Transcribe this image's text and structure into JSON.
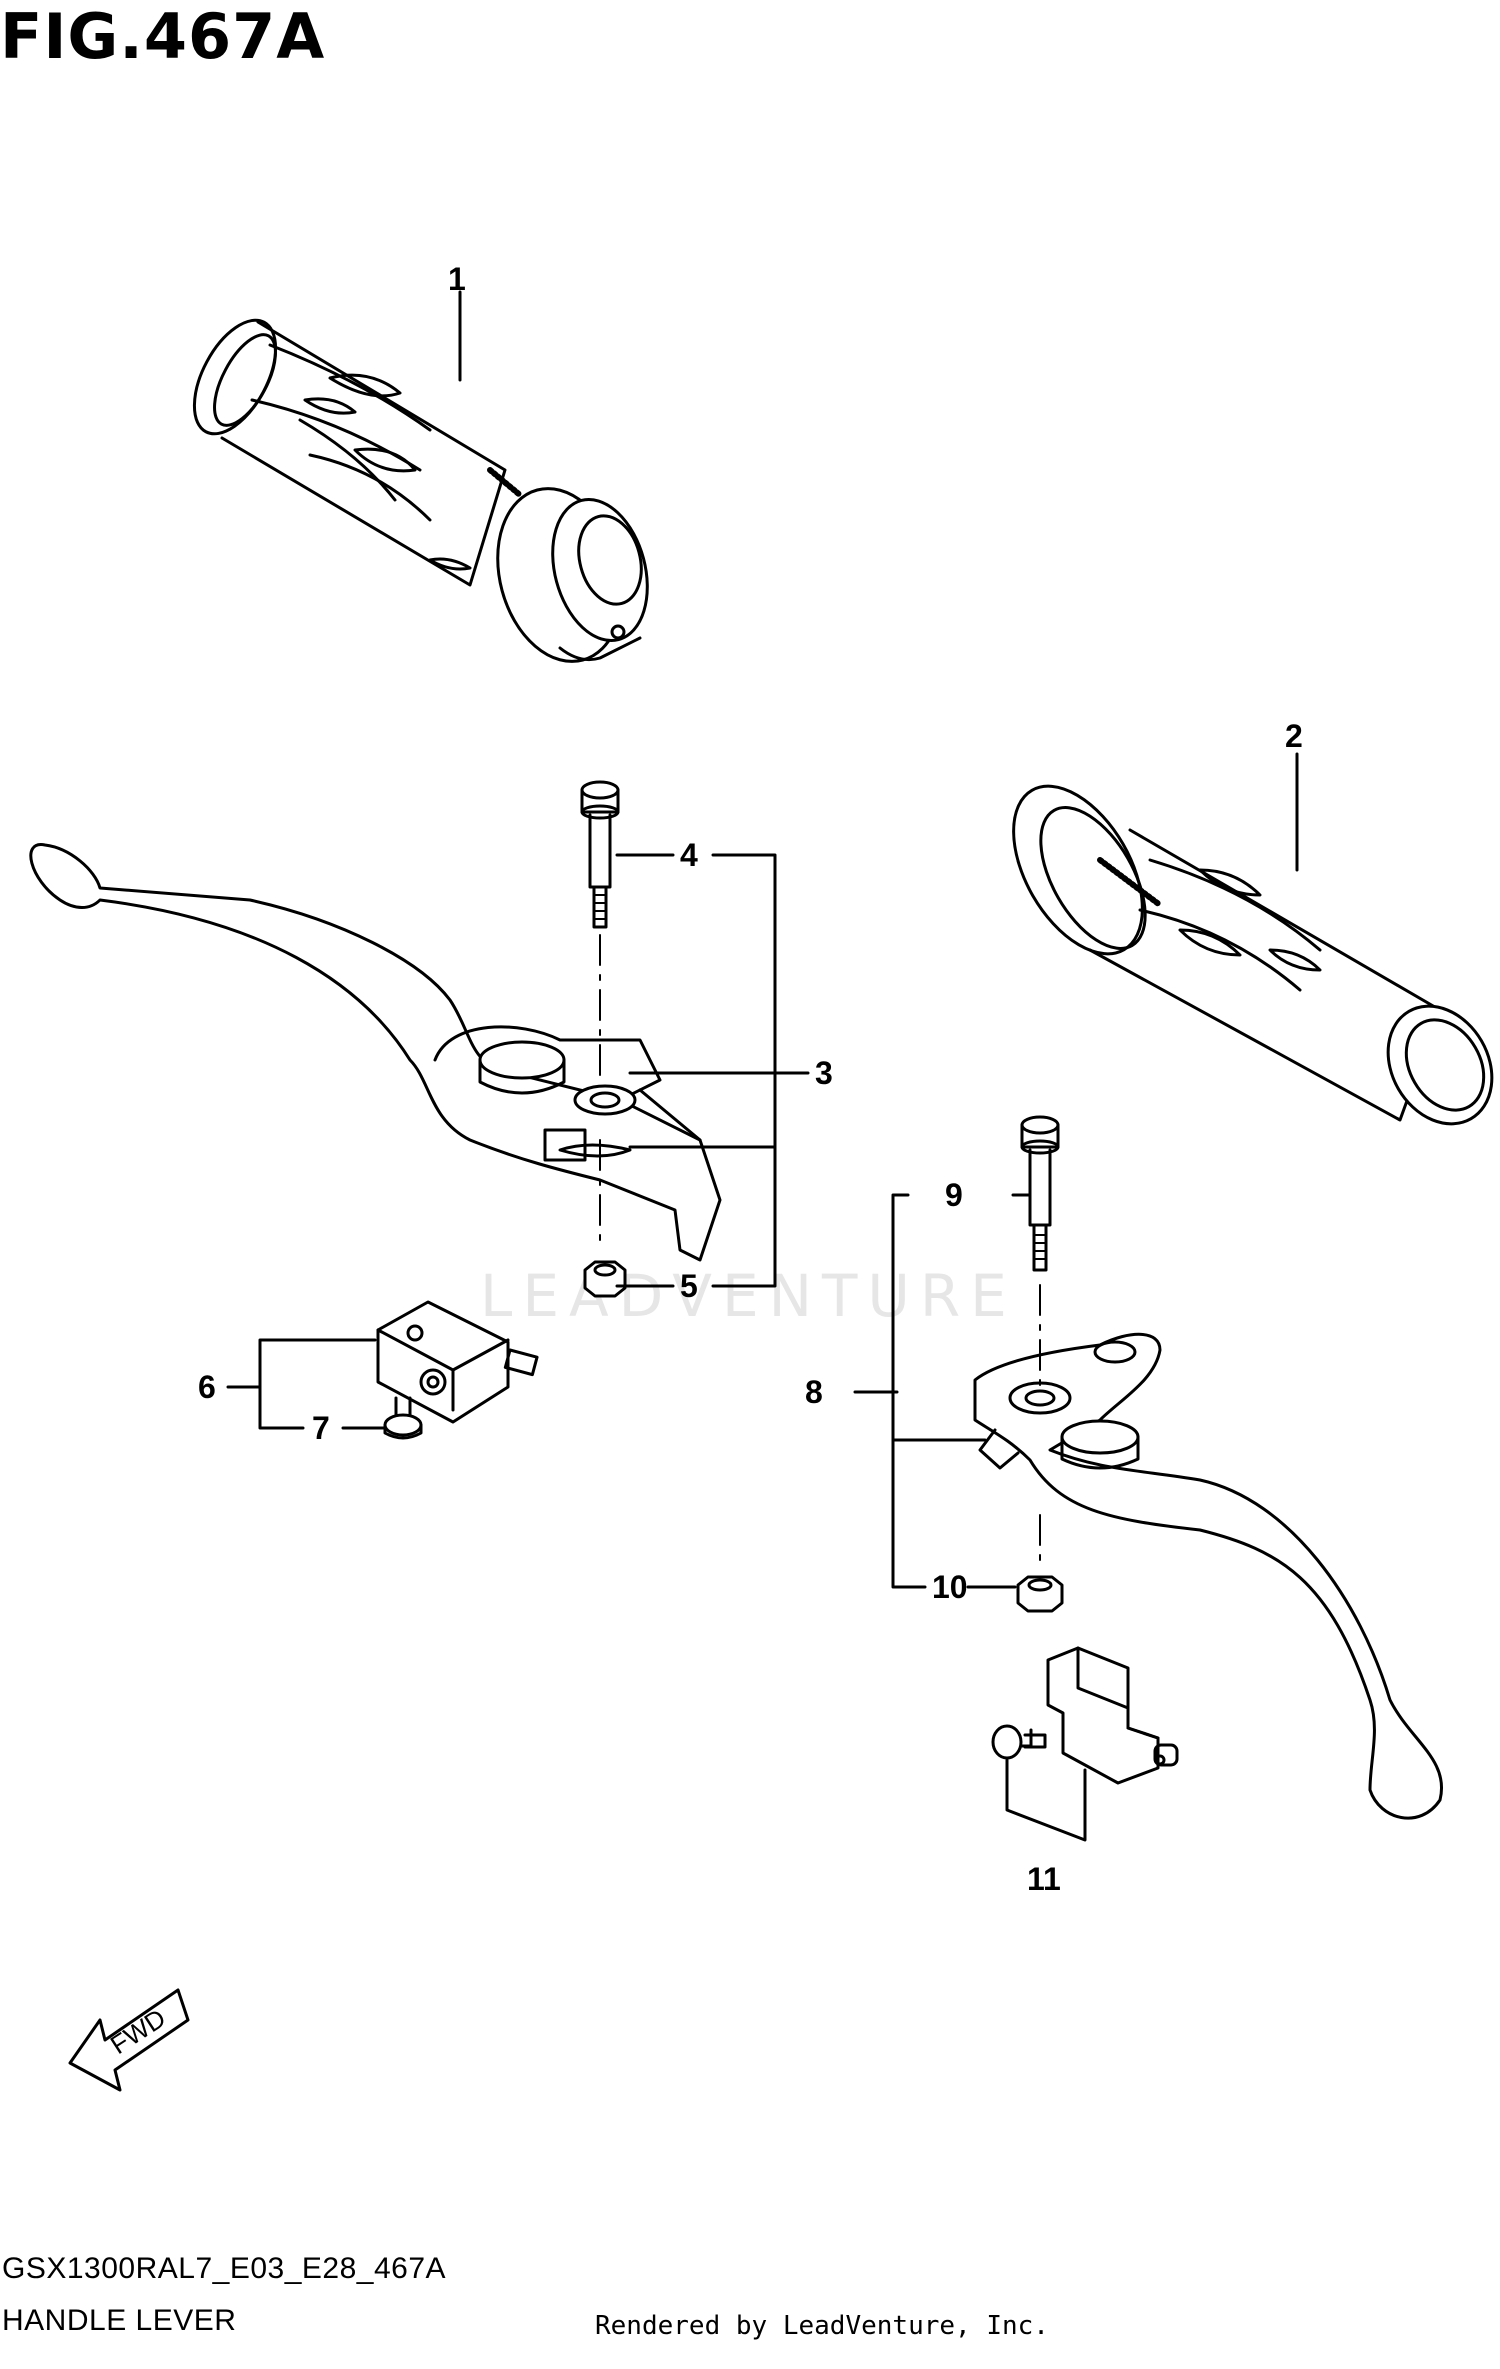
{
  "figure": {
    "title": "FIG.467A",
    "code": "GSX1300RAL7_E03_E28_467A",
    "name": "HANDLE LEVER",
    "render_credit": "Rendered by LeadVenture, Inc.",
    "watermark": "LEADVENTURE",
    "direction_label": "FWD"
  },
  "callouts": [
    "1",
    "2",
    "3",
    "4",
    "5",
    "6",
    "7",
    "8",
    "9",
    "10",
    "11"
  ],
  "parts": [
    {
      "icon": "right-grip-icon",
      "callout": "1"
    },
    {
      "icon": "left-grip-icon",
      "callout": "2"
    },
    {
      "icon": "front-brake-lever-icon",
      "callout": "3"
    },
    {
      "icon": "pivot-bolt-icon",
      "callout": "4"
    },
    {
      "icon": "nut-icon",
      "callout": "5"
    },
    {
      "icon": "brake-switch-icon",
      "callout": "6"
    },
    {
      "icon": "screw-icon",
      "callout": "7"
    },
    {
      "icon": "clutch-lever-icon",
      "callout": "8"
    },
    {
      "icon": "pivot-bolt-icon",
      "callout": "9"
    },
    {
      "icon": "nut-icon",
      "callout": "10"
    },
    {
      "icon": "clutch-switch-icon",
      "callout": "11"
    }
  ]
}
